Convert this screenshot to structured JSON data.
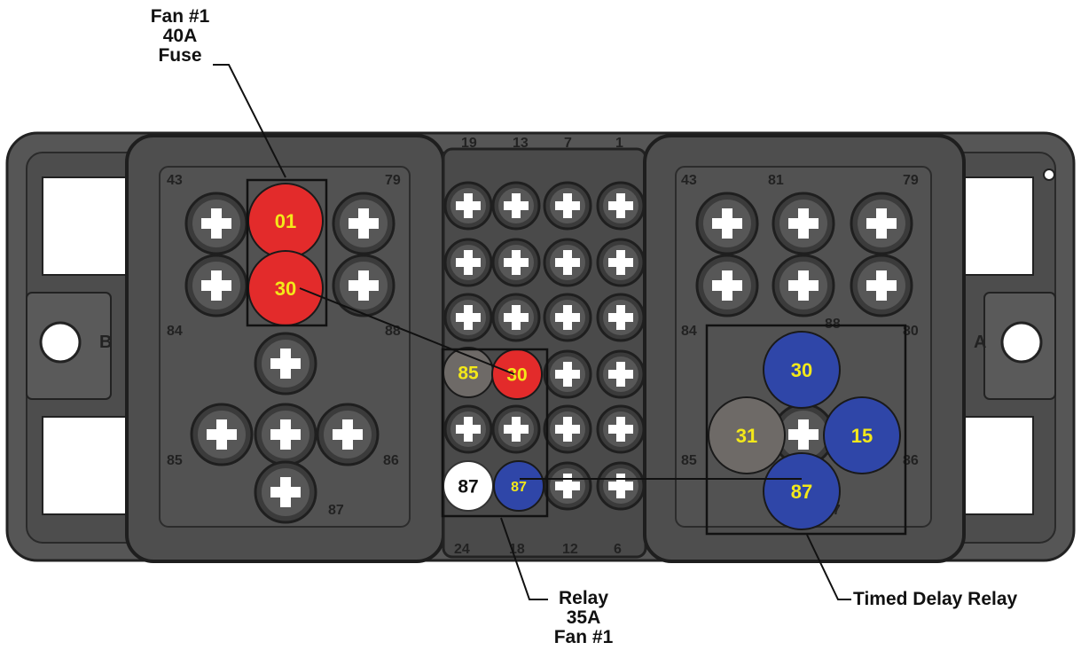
{
  "callouts": {
    "fuse": [
      "Fan #1",
      "40A",
      "Fuse"
    ],
    "relay": [
      "Relay",
      "35A",
      "Fan #1"
    ],
    "timed_relay": "Timed Delay Relay"
  },
  "colors": {
    "red": "#e32b2b",
    "blue": "#2f46a8",
    "gray": "#6e6a67",
    "white": "#ffffff",
    "label_yellow": "#f3e81a",
    "housing": "#4a4a4a",
    "housing_dark": "#2b2b2b"
  },
  "fuse_terminals": [
    {
      "label": "01",
      "color": "red"
    },
    {
      "label": "30",
      "color": "red"
    }
  ],
  "relay_terminals": [
    {
      "label": "85",
      "color": "gray"
    },
    {
      "label": "30",
      "color": "red"
    },
    {
      "label": "87",
      "color": "white"
    },
    {
      "label": "87",
      "color": "blue"
    }
  ],
  "timed_relay_terminals": [
    {
      "label": "30",
      "color": "blue"
    },
    {
      "label": "31",
      "color": "gray"
    },
    {
      "label": "15",
      "color": "blue"
    },
    {
      "label": "87",
      "color": "blue"
    }
  ],
  "molded_marks": {
    "center_top": [
      "19",
      "13",
      "7",
      "1"
    ],
    "center_bottom": [
      "24",
      "18",
      "12",
      "6"
    ],
    "left": [
      "43",
      "79",
      "84",
      "88",
      "85",
      "86",
      "87"
    ],
    "right": [
      "43",
      "81",
      "79",
      "84",
      "88",
      "80",
      "85",
      "86",
      "87"
    ],
    "side_left": "B",
    "side_right": "A"
  }
}
